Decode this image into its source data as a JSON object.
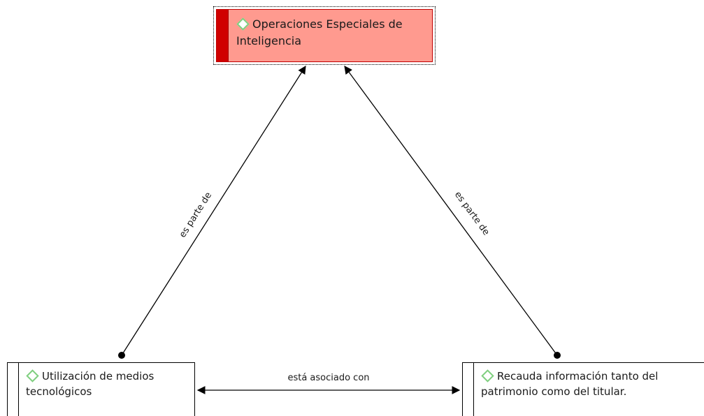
{
  "nodes": {
    "top": {
      "label": "Operaciones Especiales de Inteligencia"
    },
    "left": {
      "label": "Utilización de medios tecnológicos"
    },
    "right": {
      "label": "Recauda información tanto del patrimonio como del titular."
    }
  },
  "edges": {
    "left_to_top": "es parte de",
    "right_to_top": "es parte de",
    "left_right": "está asociado con"
  },
  "colors": {
    "highlight_fill": "#ff9a8f",
    "highlight_stripe": "#d00000",
    "concept_icon": "#7fcf7f",
    "line": "#000000"
  }
}
